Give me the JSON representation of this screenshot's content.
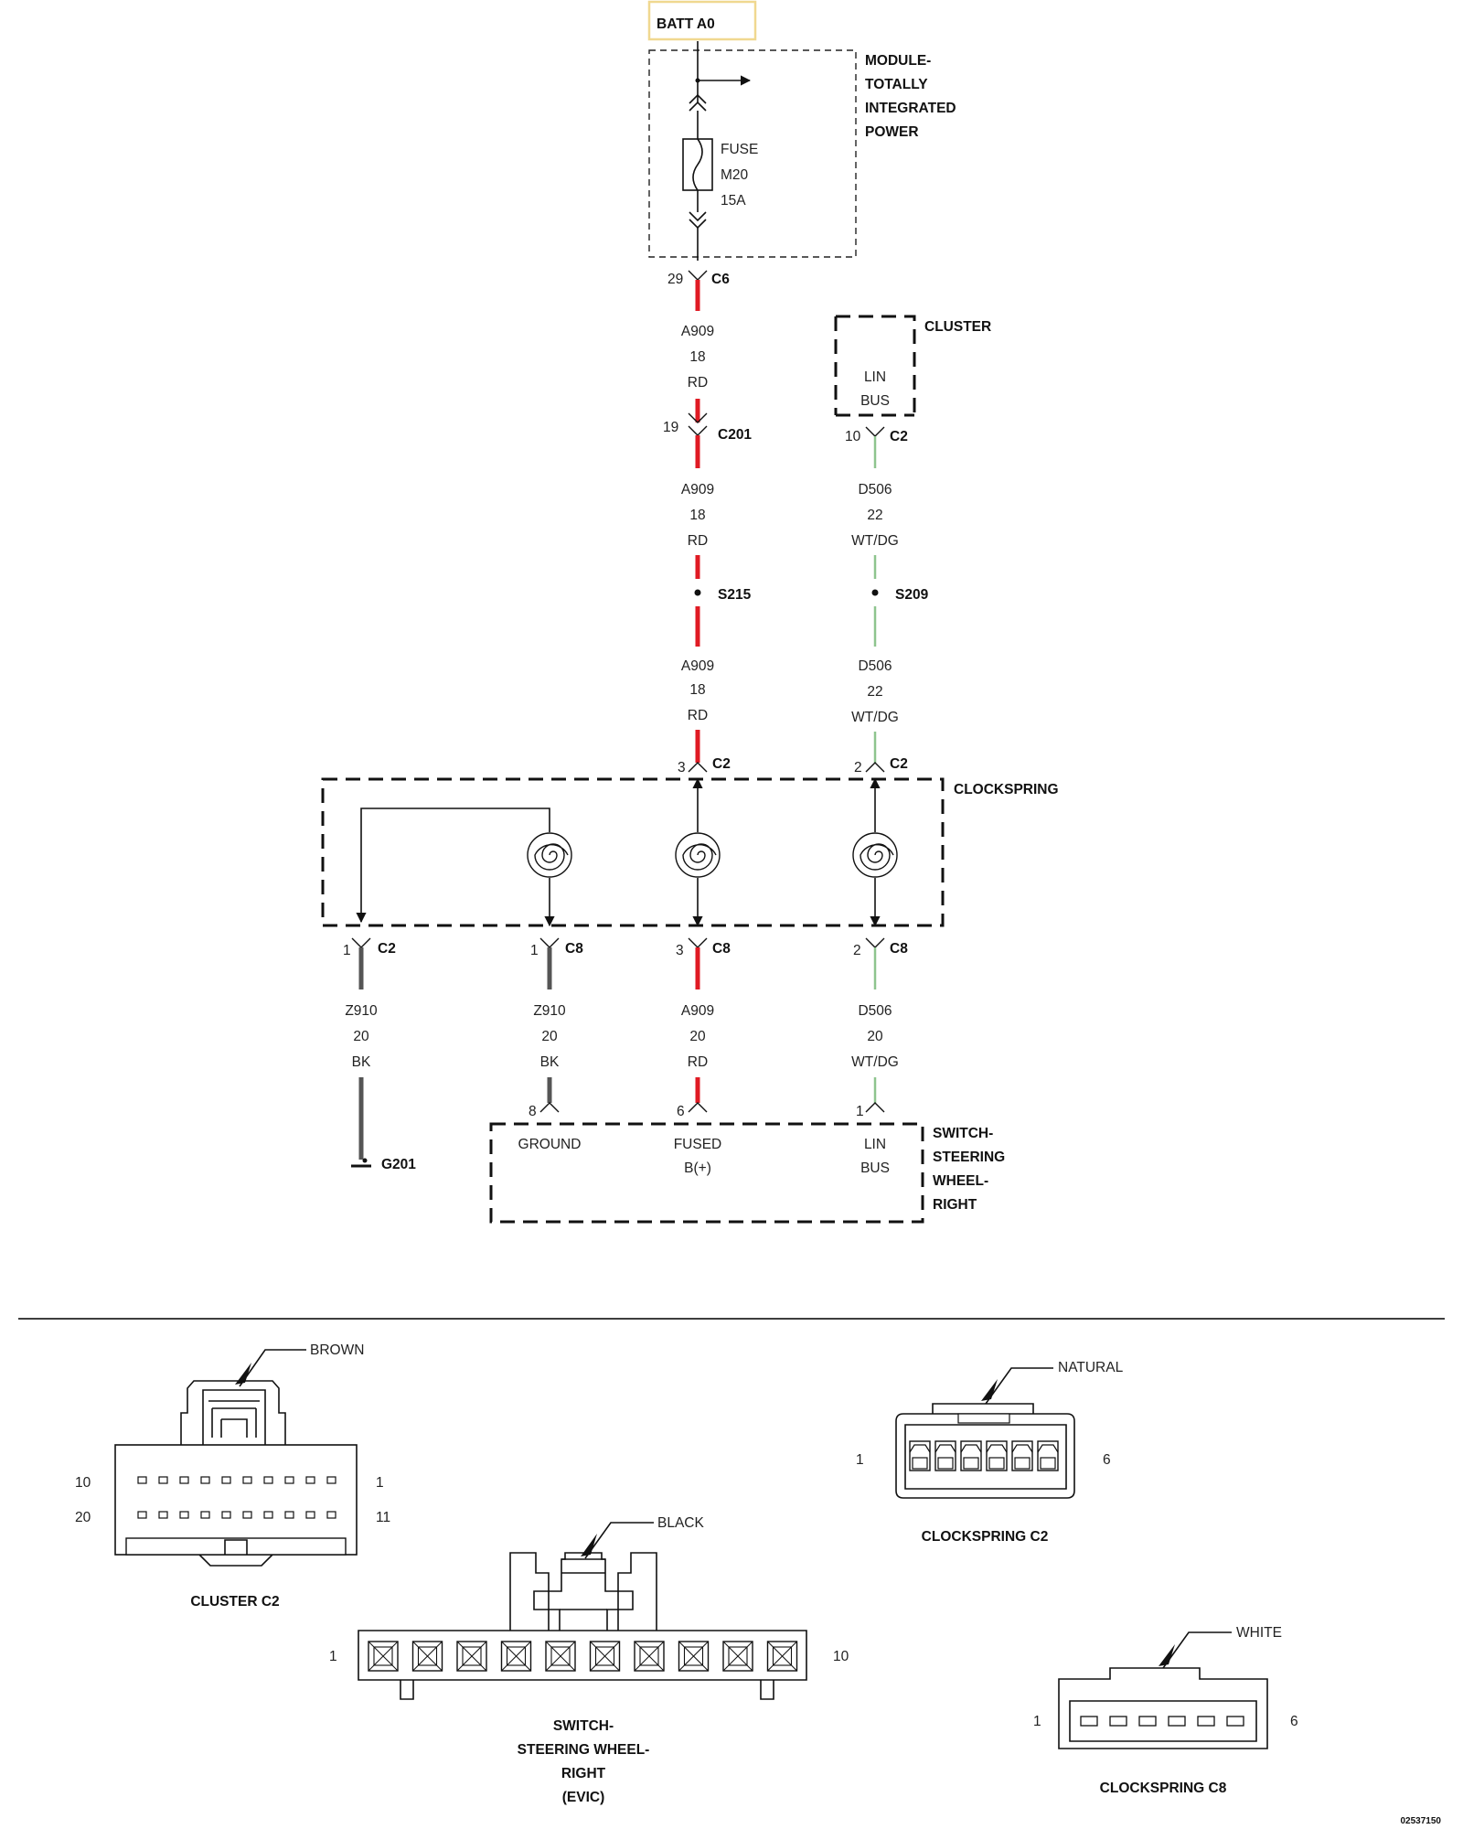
{
  "colors": {
    "red": "#e01b24",
    "green": "#8ec48e",
    "black": "#555555",
    "batt_border": "#f0d890"
  },
  "batt_label": "BATT A0",
  "module": {
    "lines": [
      "MODULE-",
      "TOTALLY",
      "INTEGRATED",
      "POWER"
    ]
  },
  "fuse": {
    "lines": [
      "FUSE",
      "M20",
      "15A"
    ]
  },
  "cluster": {
    "title": "CLUSTER",
    "pin_lines": [
      "LIN",
      "BUS"
    ]
  },
  "clockspring_title": "CLOCKSPRING",
  "switch": {
    "title_lines": [
      "SWITCH-",
      "STEERING",
      "WHEEL-",
      "RIGHT"
    ],
    "ground": "GROUND",
    "fused_lines": [
      "FUSED",
      "B(+)"
    ],
    "lin_lines": [
      "LIN",
      "BUS"
    ]
  },
  "connectors": {
    "c6": {
      "pin": "29",
      "name": "C6"
    },
    "c201": {
      "pin": "19",
      "name": "C201"
    },
    "cl_c2": {
      "pin": "10",
      "name": "C2"
    },
    "cs_c2_3": {
      "pin": "3",
      "name": "C2"
    },
    "cs_c2_2": {
      "pin": "2",
      "name": "C2"
    },
    "cs_c2_1": {
      "pin": "1",
      "name": "C2"
    },
    "c8_1": {
      "pin": "1",
      "name": "C8"
    },
    "c8_3": {
      "pin": "3",
      "name": "C8"
    },
    "c8_2": {
      "pin": "2",
      "name": "C8"
    },
    "sw_8": {
      "pin": "8"
    },
    "sw_6": {
      "pin": "6"
    },
    "sw_1": {
      "pin": "1"
    }
  },
  "splices": {
    "s215": "S215",
    "s209": "S209"
  },
  "ground_label": "G201",
  "wires": {
    "a909_1": [
      "A909",
      "18",
      "RD"
    ],
    "a909_2": [
      "A909",
      "18",
      "RD"
    ],
    "a909_3": [
      "A909",
      "18",
      "RD"
    ],
    "a909_4": [
      "A909",
      "20",
      "RD"
    ],
    "d506_1": [
      "D506",
      "22",
      "WT/DG"
    ],
    "d506_2": [
      "D506",
      "22",
      "WT/DG"
    ],
    "d506_3": [
      "D506",
      "20",
      "WT/DG"
    ],
    "z910_1": [
      "Z910",
      "20",
      "BK"
    ],
    "z910_2": [
      "Z910",
      "20",
      "BK"
    ]
  },
  "views": {
    "cluster_c2": {
      "color": "BROWN",
      "title": "CLUSTER C2",
      "pins": [
        "10",
        "1",
        "20",
        "11"
      ]
    },
    "switch": {
      "color": "BLACK",
      "title_lines": [
        "SWITCH-",
        "STEERING WHEEL-",
        "RIGHT",
        "(EVIC)"
      ],
      "pins": [
        "1",
        "10"
      ]
    },
    "clockspring_c2": {
      "color": "NATURAL",
      "title": "CLOCKSPRING C2",
      "pins": [
        "1",
        "6"
      ]
    },
    "clockspring_c8": {
      "color": "WHITE",
      "title": "CLOCKSPRING C8",
      "pins": [
        "1",
        "6"
      ]
    }
  },
  "doc_number": "02537150"
}
